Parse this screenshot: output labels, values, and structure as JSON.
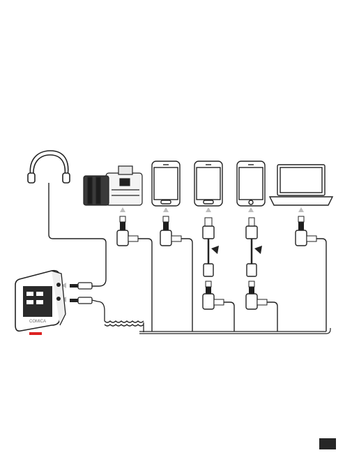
{
  "diagram": {
    "brand_label": "COMICA",
    "devices": [
      {
        "id": "headphones",
        "icon": "headphones-icon"
      },
      {
        "id": "camera",
        "icon": "dslr-camera-icon"
      },
      {
        "id": "phone-android",
        "icon": "smartphone-icon"
      },
      {
        "id": "phone-usb-c",
        "icon": "smartphone-icon"
      },
      {
        "id": "phone-lightning",
        "icon": "iphone-icon"
      },
      {
        "id": "laptop",
        "icon": "laptop-icon"
      }
    ],
    "cables": [
      {
        "type": "3.5mm TRS right-angle",
        "to": "camera"
      },
      {
        "type": "3.5mm TRRS right-angle",
        "to": "phone-android"
      },
      {
        "type": "USB-C adapter",
        "to": "phone-usb-c"
      },
      {
        "type": "Lightning adapter",
        "to": "phone-lightning"
      },
      {
        "type": "3.5mm TRRS right-angle",
        "to": "laptop"
      }
    ]
  },
  "page": {
    "number": ""
  }
}
